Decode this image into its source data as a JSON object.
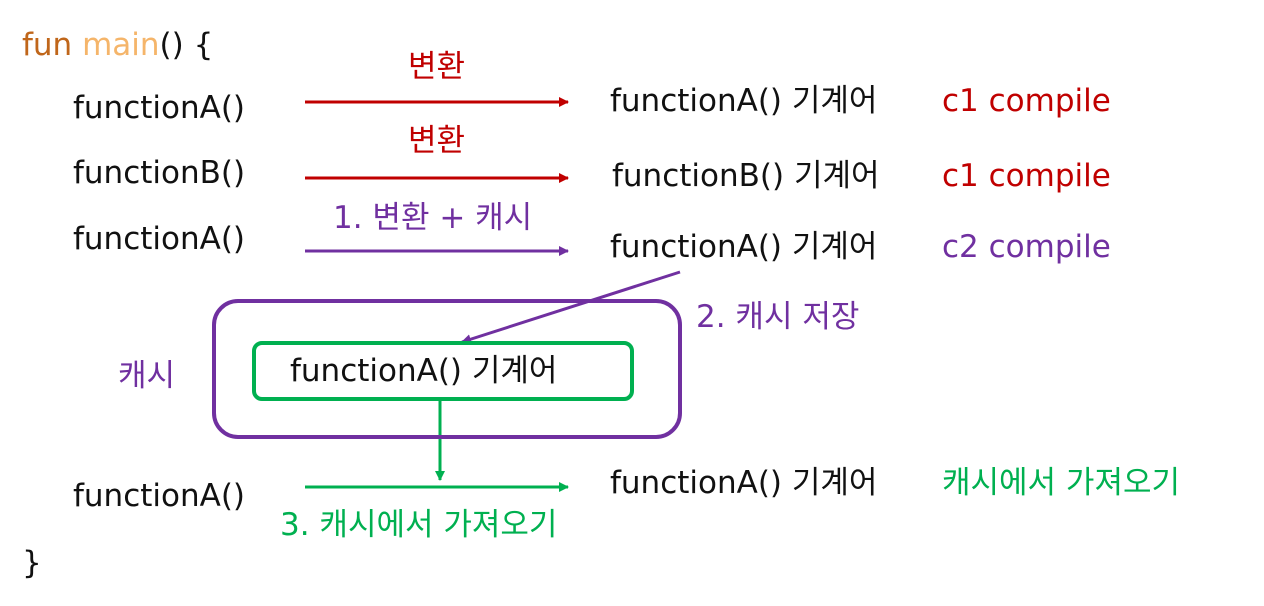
{
  "code": {
    "fun_kw": "fun",
    "main_name": "main",
    "main_rest": "() {",
    "line1": "functionA()",
    "line2": "functionB()",
    "line3": "functionA()",
    "line4": "functionA()",
    "close": "}"
  },
  "arrows": {
    "a1_label": "변환",
    "a2_label": "변환",
    "a3_label": "1. 변환 + 캐시",
    "store_label": "2. 캐시 저장",
    "fetch_label": "3. 캐시에서 가져오기"
  },
  "results": {
    "r1_text": "functionA() 기계어",
    "r1_status": "c1 compile",
    "r2_text": "functionB() 기계어",
    "r2_status": "c1 compile",
    "r3_text": "functionA() 기계어",
    "r3_status": "c2 compile",
    "r4_text": "functionA() 기계어",
    "r4_status": "캐시에서 가져오기"
  },
  "cache": {
    "label": "캐시",
    "item": "functionA() 기계어"
  },
  "colors": {
    "red": "#c00000",
    "purple": "#7030a0",
    "green": "#00b050",
    "keyword": "#c0661a",
    "function_name": "#f5b56a"
  }
}
